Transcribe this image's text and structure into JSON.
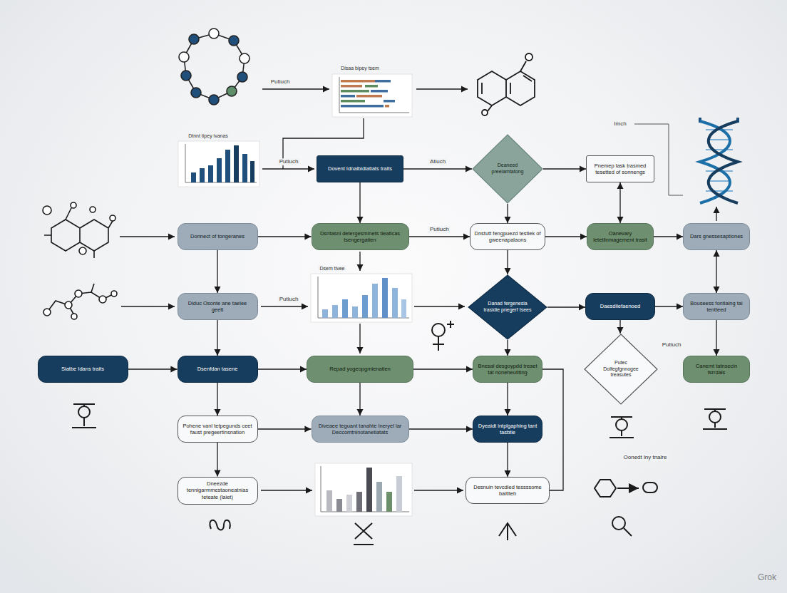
{
  "diagram": {
    "nodes": [
      {
        "text": [
          "Dovent Idnaibidiatiats traits"
        ]
      },
      {
        "text": [
          "Deaneed preeiamtatong"
        ]
      },
      {
        "text": [
          "Pnemep lask trasmed tesetted of sonnengs"
        ]
      },
      {
        "text": [
          "Donnect of tongeranes"
        ]
      },
      {
        "text": [
          "Dsntasnl detergesminets tieaticas tsengergatien"
        ]
      },
      {
        "text": [
          "Dnstutt fengpuezd testiek of gweenapalaons"
        ]
      },
      {
        "text": [
          "Oanevary letetlinmagement trasit"
        ]
      },
      {
        "text": [
          "Dars gnessesaptiones"
        ]
      },
      {
        "text": [
          "Diduc Osonte ane taelee geett"
        ]
      },
      {
        "text": [
          "Danad fergenesia trasidie pnegerf tsees"
        ]
      },
      {
        "text": [
          "Daesdiiefaenoed"
        ]
      },
      {
        "text": [
          "Bouseess fontiaing tai tentteed"
        ]
      },
      {
        "text": [
          "Siatbe Idans traits"
        ]
      },
      {
        "text": [
          "Dsenfdan tasene"
        ]
      },
      {
        "text": [
          "Repad yogeopgmienatien"
        ]
      },
      {
        "text": [
          "Bnesal desgoypdd treaet tat noneheutiting"
        ]
      },
      {
        "text": [
          "Putec Dolfegfgnnogee treasutes"
        ]
      },
      {
        "text": [
          "Canemt tatnsecin tsrrdals"
        ]
      },
      {
        "text": [
          "Pohene vanl tetpegunds ceet faust pregeertinsnation"
        ]
      },
      {
        "text": [
          "Diveaee teguant tanahte Ineryel lar Deccomtninotanetiatats"
        ]
      },
      {
        "text": [
          "Dyeaidt intplgaphing tant tasbtie"
        ]
      },
      {
        "text": [
          "Dneezde tennigarmmestaoneatnias teteate (laiet)"
        ]
      },
      {
        "text": [
          "Desnuin tevcdied tessssome baitlteh"
        ]
      }
    ],
    "edges": [
      {
        "from": 0,
        "to": 1,
        "label": "Atiuch",
        "arrow": "to"
      },
      {
        "from": 1,
        "to": 2,
        "arrow": "to"
      },
      {
        "from": 0,
        "to": 4,
        "arrow": "to"
      },
      {
        "from": 1,
        "to": 5,
        "arrow": "to"
      },
      {
        "from": 2,
        "to": 6,
        "arrow": "both"
      },
      {
        "from": 3,
        "to": 4,
        "arrow": "to"
      },
      {
        "from": 4,
        "to": 5,
        "label": "Putiuch",
        "arrow": "to"
      },
      {
        "from": 5,
        "to": 6,
        "arrow": "to"
      },
      {
        "from": 6,
        "to": 7,
        "arrow": "to"
      },
      {
        "from": 3,
        "to": 8,
        "arrow": "to"
      },
      {
        "from": 5,
        "to": 9,
        "arrow": "to"
      },
      {
        "from": 7,
        "to": 11,
        "arrow": "both"
      },
      {
        "from": 8,
        "to": 13,
        "arrow": "to"
      },
      {
        "from": 9,
        "to": 10,
        "arrow": "to"
      },
      {
        "from": 10,
        "to": 11,
        "arrow": "to"
      },
      {
        "from": 10,
        "to": 16,
        "arrow": "to"
      },
      {
        "from": 9,
        "to": 15,
        "arrow": "to"
      },
      {
        "from": 11,
        "to": 17,
        "arrow": "to"
      },
      {
        "from": 12,
        "to": 13,
        "arrow": "to"
      },
      {
        "from": 13,
        "to": 14,
        "arrow": "to"
      },
      {
        "from": 14,
        "to": 15,
        "arrow": "to"
      },
      {
        "from": 13,
        "to": 18,
        "arrow": "to"
      },
      {
        "from": 14,
        "to": 19,
        "arrow": "to"
      },
      {
        "from": 15,
        "to": 20,
        "arrow": "to"
      },
      {
        "from": 18,
        "to": 19,
        "arrow": "to"
      },
      {
        "from": 19,
        "to": 20,
        "arrow": "to"
      },
      {
        "from": 20,
        "to": 22,
        "arrow": "to"
      },
      {
        "from": 18,
        "to": 21,
        "arrow": "to"
      },
      {
        "from": 15,
        "to": 22,
        "arrow": "none"
      }
    ],
    "labels": [
      "Putiuch",
      "Putiuch",
      "Putiuch",
      "Putiuch",
      "Imch",
      "Oonedt lny tnalre",
      "Disaa bipey tsem",
      "Dtnnt tipey ivanas",
      "Dsem tivee",
      "Grok"
    ]
  }
}
